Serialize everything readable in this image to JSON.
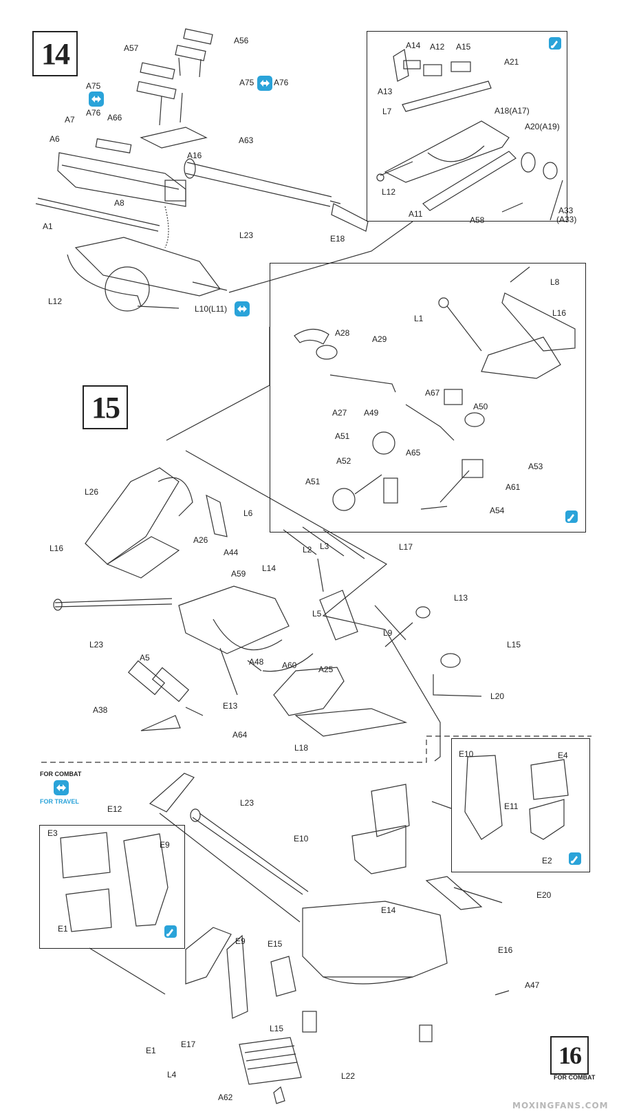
{
  "steps": {
    "step14": "14",
    "step15": "15",
    "step16": "16"
  },
  "labels14": {
    "A56": "A56",
    "A57": "A57",
    "A75a": "A75",
    "A76a": "A76",
    "A75b": "A75",
    "A76b": "A76",
    "A66": "A66",
    "A7": "A7",
    "A6": "A6",
    "A63": "A63",
    "A16": "A16",
    "A8": "A8",
    "A1": "A1",
    "L23": "L23",
    "E18": "E18",
    "L12": "L12",
    "L10": "L10(L11)"
  },
  "labels14_inset": {
    "A14": "A14",
    "A12": "A12",
    "A15": "A15",
    "A21": "A21",
    "A13": "A13",
    "L7": "L7",
    "A18": "A18(A17)",
    "A20": "A20(A19)",
    "L12": "L12",
    "A11": "A11",
    "A58": "A58",
    "A33": "A33",
    "A33b": "(A33)"
  },
  "labels15_inset": {
    "L8": "L8",
    "L1": "L1",
    "L16": "L16",
    "A28": "A28",
    "A29": "A29",
    "A67": "A67",
    "A27": "A27",
    "A49": "A49",
    "A50": "A50",
    "A51a": "A51",
    "A65": "A65",
    "A52": "A52",
    "A53": "A53",
    "A51b": "A51",
    "A61": "A61",
    "A54": "A54"
  },
  "labels15": {
    "L26": "L26",
    "L16": "L16",
    "A44": "A44",
    "L6": "L6",
    "L2": "L2",
    "L3": "L3",
    "L17": "L17",
    "L14": "L14",
    "A26": "A26",
    "A59": "A59",
    "L13": "L13",
    "L5": "L5",
    "L23": "L23",
    "L9": "L9",
    "L15": "L15",
    "A5": "A5",
    "A48": "A48",
    "A60": "A60",
    "A25": "A25",
    "E13": "E13",
    "L20": "L20",
    "A38": "A38",
    "A64": "A64",
    "L18": "L18"
  },
  "labels16": {
    "E12": "E12",
    "L23": "L23",
    "E10": "E10",
    "E14": "E14",
    "E20": "E20",
    "E16": "E16",
    "E3": "E3",
    "E9": "E9",
    "E1": "E1",
    "E9b": "E9",
    "E15": "E15",
    "E1b": "E1",
    "E17": "E17",
    "L15": "L15",
    "A47": "A47",
    "L4": "L4",
    "L22": "L22",
    "A62": "A62"
  },
  "labels16_inset": {
    "E10": "E10",
    "E4": "E4",
    "E11": "E11",
    "E2": "E2"
  },
  "mode": {
    "combat": "FOR COMBAT",
    "travel": "FOR TRAVEL",
    "combat_small": "FOR COMBAT"
  },
  "watermark": "MOXINGFANS.COM",
  "colors": {
    "accent_blue": "#2aa3d9",
    "ink": "#222222"
  },
  "icons": [
    "swap-arrows-icon",
    "glue-tube-icon"
  ]
}
